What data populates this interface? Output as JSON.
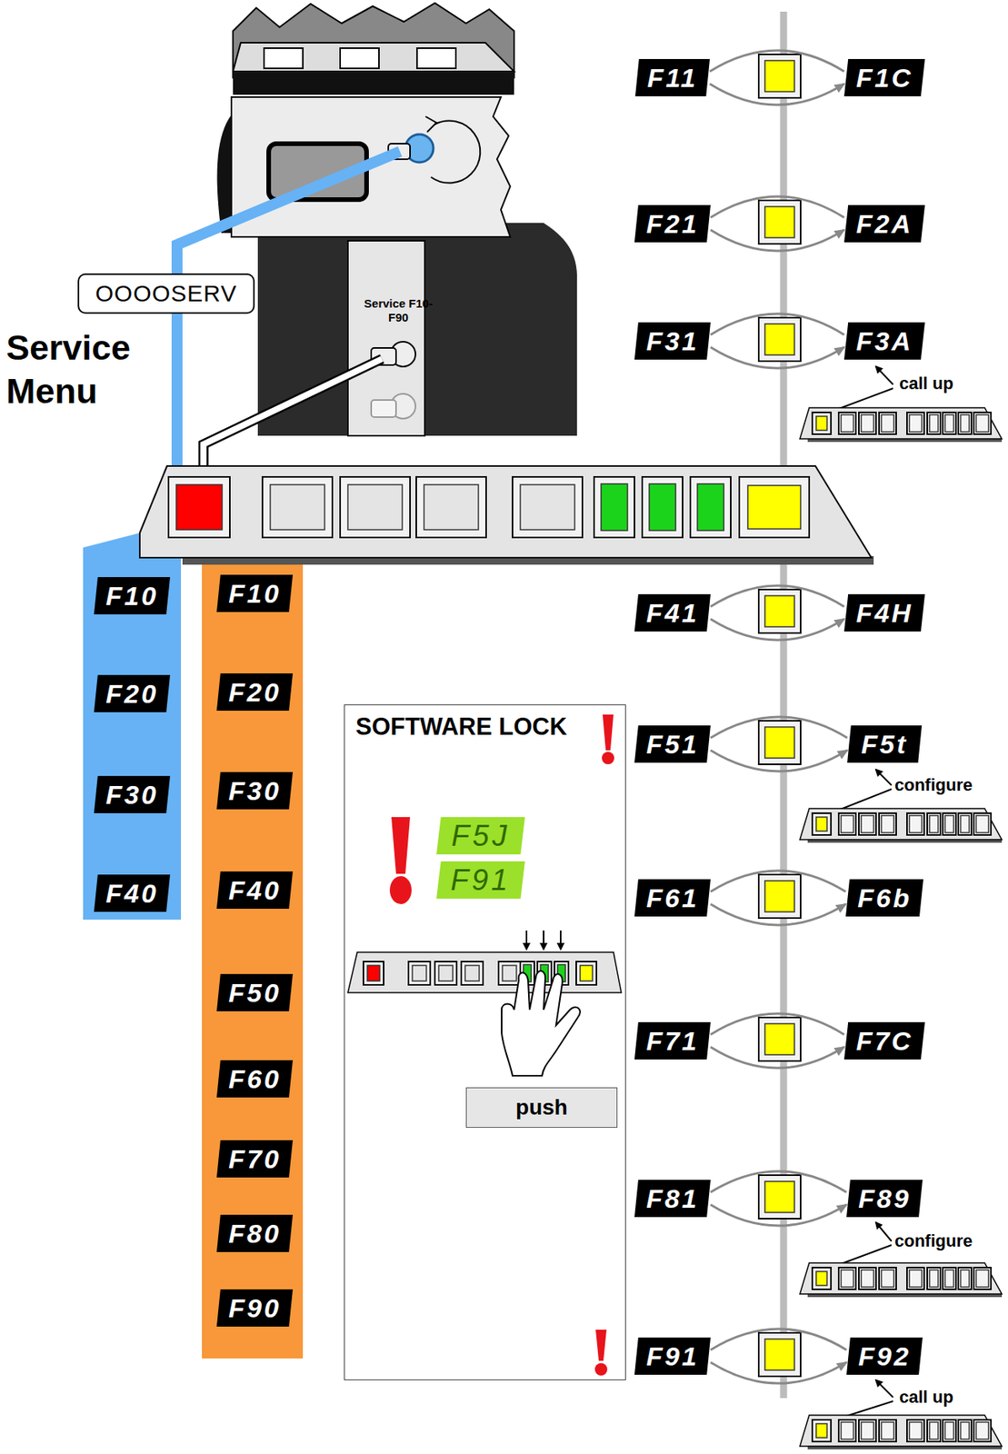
{
  "diagram": {
    "nodes": [
      {
        "text": [
          "OOOOSERV"
        ]
      },
      {
        "text": [
          "F11"
        ]
      },
      {
        "text": [
          "F1C"
        ]
      },
      {
        "text": [
          "F21"
        ]
      },
      {
        "text": [
          "F2A"
        ]
      },
      {
        "text": [
          "F31"
        ]
      },
      {
        "text": [
          "F3A"
        ]
      },
      {
        "text": [
          "F41"
        ]
      },
      {
        "text": [
          "F4H"
        ]
      },
      {
        "text": [
          "F51"
        ]
      },
      {
        "text": [
          "F5t"
        ]
      },
      {
        "text": [
          "F61"
        ]
      },
      {
        "text": [
          "F6b"
        ]
      },
      {
        "text": [
          "F71"
        ]
      },
      {
        "text": [
          "F7C"
        ]
      },
      {
        "text": [
          "F81"
        ]
      },
      {
        "text": [
          "F89"
        ]
      },
      {
        "text": [
          "F91"
        ]
      },
      {
        "text": [
          "F92"
        ]
      },
      {
        "text": [
          "F10"
        ]
      },
      {
        "text": [
          "F20"
        ]
      },
      {
        "text": [
          "F30"
        ]
      },
      {
        "text": [
          "F40"
        ]
      },
      {
        "text": [
          "F10"
        ]
      },
      {
        "text": [
          "F20"
        ]
      },
      {
        "text": [
          "F30"
        ]
      },
      {
        "text": [
          "F40"
        ]
      },
      {
        "text": [
          "F50"
        ]
      },
      {
        "text": [
          "F60"
        ]
      },
      {
        "text": [
          "F70"
        ]
      },
      {
        "text": [
          "F80"
        ]
      },
      {
        "text": [
          "F90"
        ]
      },
      {
        "text": [
          "SOFTWARE LOCK"
        ]
      },
      {
        "text": [
          "F5J"
        ],
        "in": 32
      },
      {
        "text": [
          "F91"
        ],
        "in": 32
      },
      {
        "text": [
          "push"
        ],
        "in": 32
      }
    ],
    "edges": [
      {
        "from": 1,
        "to": 2,
        "arrow": "to"
      },
      {
        "from": 3,
        "to": 4,
        "arrow": "to"
      },
      {
        "from": 5,
        "to": 6,
        "arrow": "to"
      },
      {
        "from": 7,
        "to": 8,
        "arrow": "to"
      },
      {
        "from": 9,
        "to": 10,
        "arrow": "to"
      },
      {
        "from": 11,
        "to": 12,
        "arrow": "to"
      },
      {
        "from": 13,
        "to": 14,
        "arrow": "to"
      },
      {
        "from": 15,
        "to": 16,
        "arrow": "to"
      },
      {
        "from": 17,
        "to": 18,
        "arrow": "to"
      }
    ],
    "labels": [
      "Service Menu",
      "Service F10-F90",
      "call up",
      "configure",
      "configure",
      "call up"
    ]
  }
}
